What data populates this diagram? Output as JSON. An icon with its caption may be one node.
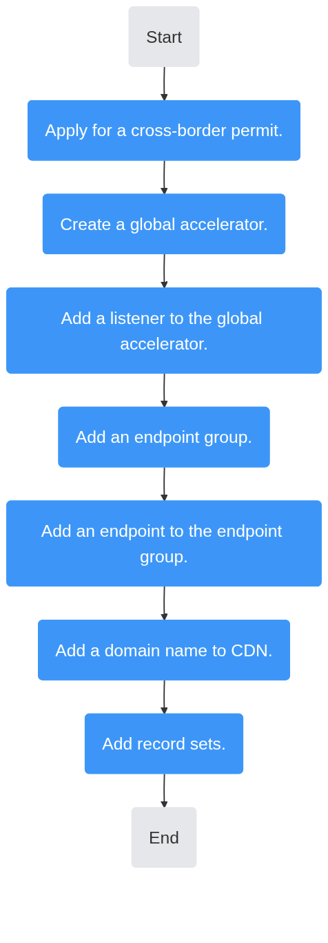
{
  "diagram": {
    "nodes": [
      {
        "text": [
          "Start"
        ]
      },
      {
        "text": [
          "Apply for a cross-border permit."
        ]
      },
      {
        "text": [
          "Create a global accelerator."
        ]
      },
      {
        "text": [
          "Add a listener to the global accelerator."
        ]
      },
      {
        "text": [
          "Add an endpoint group."
        ]
      },
      {
        "text": [
          "Add an endpoint to the endpoint group."
        ]
      },
      {
        "text": [
          "Add a domain name to CDN."
        ]
      },
      {
        "text": [
          "Add record sets."
        ]
      },
      {
        "text": [
          "End"
        ]
      }
    ],
    "edges": [
      {
        "from": 0,
        "to": 1,
        "arrow": "to"
      },
      {
        "from": 1,
        "to": 2,
        "arrow": "to"
      },
      {
        "from": 2,
        "to": 3,
        "arrow": "to"
      },
      {
        "from": 3,
        "to": 4,
        "arrow": "to"
      },
      {
        "from": 4,
        "to": 5,
        "arrow": "to"
      },
      {
        "from": 5,
        "to": 6,
        "arrow": "to"
      },
      {
        "from": 6,
        "to": 7,
        "arrow": "to"
      },
      {
        "from": 7,
        "to": 8,
        "arrow": "to"
      }
    ]
  }
}
